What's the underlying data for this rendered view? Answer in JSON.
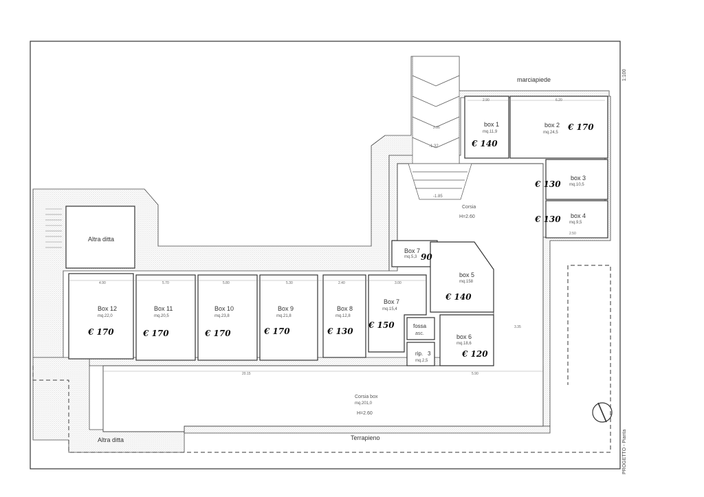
{
  "drawing": {
    "scale": "1:100",
    "title": "PROGETTO - Pianta",
    "street": "marciapiede",
    "embankment": "Terrapieno",
    "other_company_top": "Altra ditta",
    "other_company_bottom": "Altra ditta"
  },
  "corsia": {
    "name": "Corsia",
    "height": "H=2.60"
  },
  "corsia_box": {
    "name": "Corsia box",
    "area": "mq.201,0",
    "height": "H=2.60"
  },
  "ramp": {
    "upper_level": "2.36",
    "level_1": "-1.32",
    "level_2": "-1.85"
  },
  "boxes": [
    {
      "name": "box 1",
      "area": "mq.11,9",
      "price": "€ 140"
    },
    {
      "name": "box 2",
      "area": "mq.24,5",
      "price": "€ 170"
    },
    {
      "name": "box 3",
      "area": "mq.10,5",
      "price": "€ 130"
    },
    {
      "name": "box 4",
      "area": "mq.9,5",
      "price": "€ 130"
    },
    {
      "name": "Box 7",
      "area": "mq.5,3",
      "price": "90"
    },
    {
      "name": "box 5",
      "area": "mq.158",
      "price": "€ 140"
    },
    {
      "name": "box 6",
      "area": "mq.18,6",
      "price": "€ 120"
    },
    {
      "name": "Box 12",
      "area": "mq.22,0",
      "price": "€ 170"
    },
    {
      "name": "Box 11",
      "area": "mq.20,5",
      "price": "€ 170"
    },
    {
      "name": "Box 10",
      "area": "mq.23,8",
      "price": "€ 170"
    },
    {
      "name": "Box 9",
      "area": "mq.21,8",
      "price": "€ 170"
    },
    {
      "name": "Box 8",
      "area": "mq.12,8",
      "price": "€ 130"
    },
    {
      "name": "Box 7",
      "area": "mq.15,4",
      "price": "€ 150"
    }
  ],
  "fossa": "fossa",
  "asc": "asc.",
  "rip": "rip.",
  "rip_num": "3",
  "rip_area": "mq.2,5",
  "dims": {
    "d1": "4.90",
    "d2": "5.70",
    "d3": "5.80",
    "d4": "5.30",
    "d5": "2.40",
    "d6": "3.00",
    "d7": "20.15",
    "d8": "5.90",
    "d9": "6.20",
    "d10": "2.90",
    "d11": "2.50",
    "d12": "3.35"
  }
}
